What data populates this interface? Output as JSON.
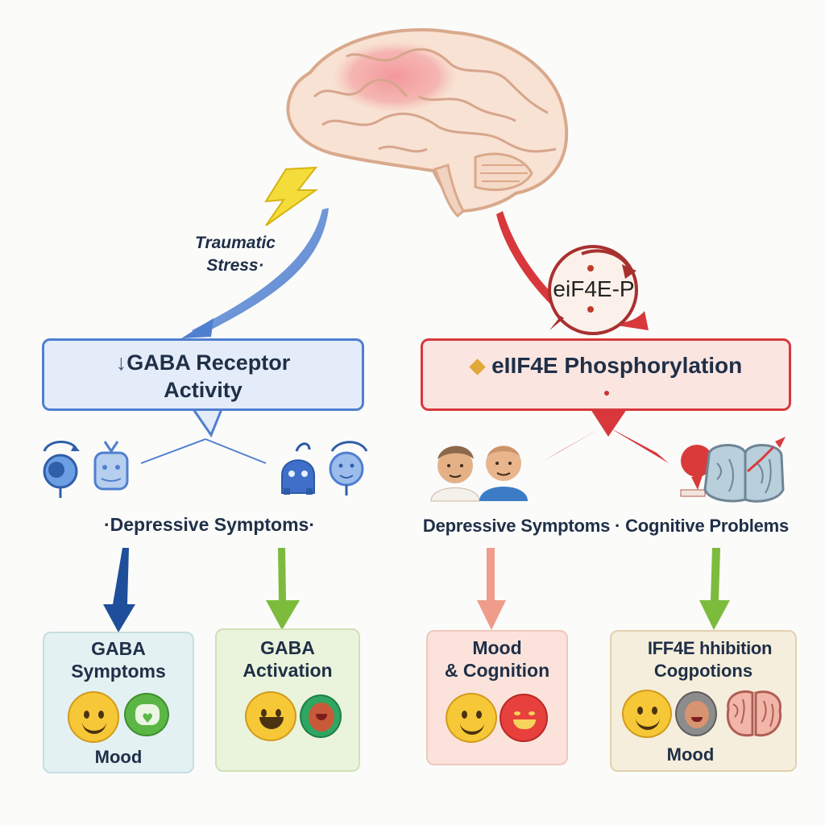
{
  "stress_label": "Traumatic\nStress·",
  "badge_label": "eiF4E-P",
  "left_box": {
    "arrow_glyph": "↓",
    "line1": "GABA Receptor",
    "line2": "Activity"
  },
  "right_box": {
    "arrow_glyph": "⬥",
    "line1": "eIIF4E Phosphorylation"
  },
  "left_symptoms_label": "·Depressive Symptoms·",
  "right_symptoms_label": "Depressive Symptoms · Cognitive Problems",
  "outcomes": [
    {
      "line1": "GABA",
      "line2": "Symptoms",
      "footer": "Mood"
    },
    {
      "line1": "GABA",
      "line2": "Activation",
      "footer": ""
    },
    {
      "line1": "Mood",
      "line2": "& Cognition",
      "footer": ""
    },
    {
      "line1": "IFF4E hhibition",
      "line2": "Cogpotions",
      "footer": "Mood"
    }
  ],
  "colors": {
    "blue_path": "#4f7fcf",
    "red_path": "#d8383c",
    "green_arrow": "#7dbb3d",
    "dark_blue_arrow": "#1f4f9a",
    "salmon_arrow": "#ef9c8a",
    "lightning": "#f4dc3a"
  },
  "icons": [
    "brain-icon",
    "lightning-icon",
    "badge-cycle-icon",
    "blue-receptor-icon",
    "blue-head-icon",
    "blue-robot-icon",
    "blue-face-icon",
    "person-icon",
    "question-mark-icon",
    "cracked-brain-icon",
    "smiley-icon",
    "heart-bubble-icon",
    "red-smiley-icon"
  ]
}
